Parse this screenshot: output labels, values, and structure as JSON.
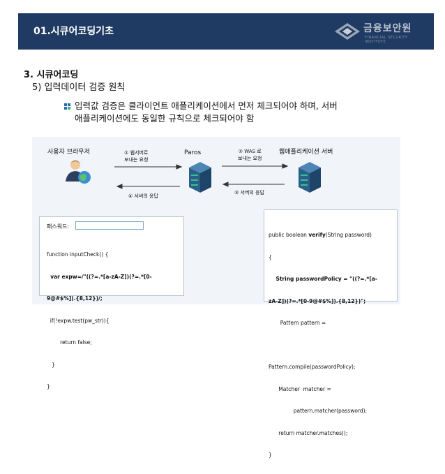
{
  "header": {
    "title": "01.시큐어코딩기초",
    "logo_name": "금융보안원",
    "logo_sub": "FINANCIAL SECURITY INSTITUTE"
  },
  "section": {
    "title": "3. 시큐어코딩",
    "subtitle": "5) 입력데이터 검증 원칙",
    "bullet_line1": "입력값 검증은 클라이언트 애플리케이션에서 먼저 체크되어야 하며, 서버",
    "bullet_line2": "애플리케이션에도 동일한 규칙으로 체크되어야 함"
  },
  "diagram": {
    "browser_label": "사용자 브라우저",
    "paros_label": "Paros",
    "server_label": "웹애플리케이션 서버",
    "step1_line1": "① 웹서버로",
    "step1_line2": "보내는 요청",
    "step2_line1": "② WAS 로",
    "step2_line2": "보내는 요청",
    "step3": "③ 서버의 응답",
    "step4": "④ 서버의 응답"
  },
  "client_code": {
    "password_label": "패스워드:",
    "lines": [
      "function inputCheck() {",
      "  var expw=/\"((?=.*[a-zA-Z])(?=.*[0-",
      "9@#$%]).{8,12})/;",
      "  if(!expw.test(pw_str)){",
      "        return false;",
      "   }",
      "}"
    ]
  },
  "server_code": {
    "line1_pre": "public boolean ",
    "line1_bold": "verify",
    "line1_post": "(String password)",
    "line2": "{",
    "line3": "    String passwordPolicy = \"((?=.*[a-",
    "line4": "zA-Z])(?=.*[0-9@#$%]).{8,12})\";",
    "line5": "       Pattern pattern =",
    "line6": "",
    "line7": "Pattern.compile(passwordPolicy);",
    "line8": "      Matcher  matcher =",
    "line9": "               pattern.matcher(password);",
    "line10": "      return matcher.matches();",
    "line11": "}"
  },
  "colors": {
    "header_bg": "#1f3b63",
    "diagram_bg": "#f1f4f9",
    "server_blue": "#2b5f8a",
    "server_green": "#34c38f"
  }
}
